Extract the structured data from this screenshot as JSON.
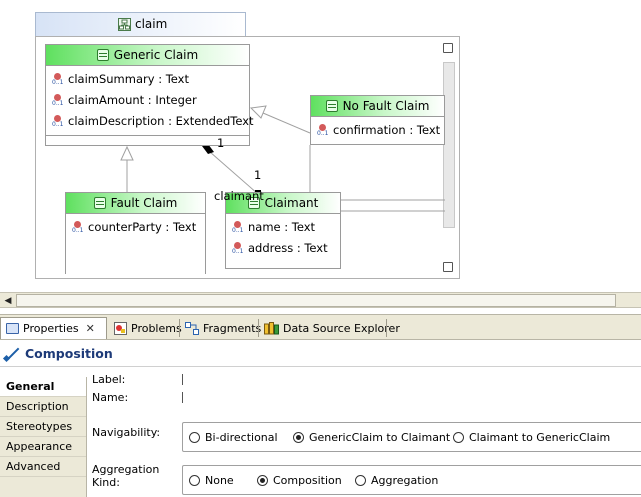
{
  "diagram": {
    "package_name": "claim",
    "classes": [
      {
        "id": "generic-claim",
        "name": "Generic Claim",
        "attributes": [
          "claimSummary : Text",
          "claimAmount : Integer",
          "claimDescription : ExtendedText"
        ]
      },
      {
        "id": "no-fault-claim",
        "name": "No Fault Claim",
        "attributes": [
          "confirmation : Text"
        ]
      },
      {
        "id": "fault-claim",
        "name": "Fault Claim",
        "attributes": [
          "counterParty : Text"
        ]
      },
      {
        "id": "claimant",
        "name": "Claimant",
        "attributes": [
          "name : Text",
          "address : Text"
        ]
      }
    ],
    "association": {
      "source_multiplicity": "1",
      "target_multiplicity": "1",
      "role_name": "claimant"
    }
  },
  "views": {
    "tabs": [
      {
        "label": "Properties",
        "active": true,
        "closable": true
      },
      {
        "label": "Problems",
        "active": false
      },
      {
        "label": "Fragments",
        "active": false
      },
      {
        "label": "Data Source Explorer",
        "active": false
      }
    ]
  },
  "properties": {
    "title": "Composition",
    "sections": [
      "General",
      "Description",
      "Stereotypes",
      "Appearance",
      "Advanced"
    ],
    "active_section": "General",
    "label_field": {
      "label": "Label:",
      "value": ""
    },
    "name_field": {
      "label": "Name:",
      "value": ""
    },
    "navigability": {
      "label": "Navigability:",
      "options": [
        "Bi-directional",
        "GenericClaim to Claimant",
        "Claimant to GenericClaim"
      ],
      "selected": "GenericClaim to Claimant"
    },
    "aggregation": {
      "label_line1": "Aggregation",
      "label_line2": "Kind:",
      "options": [
        "None",
        "Composition",
        "Aggregation"
      ],
      "selected": "Composition"
    }
  }
}
